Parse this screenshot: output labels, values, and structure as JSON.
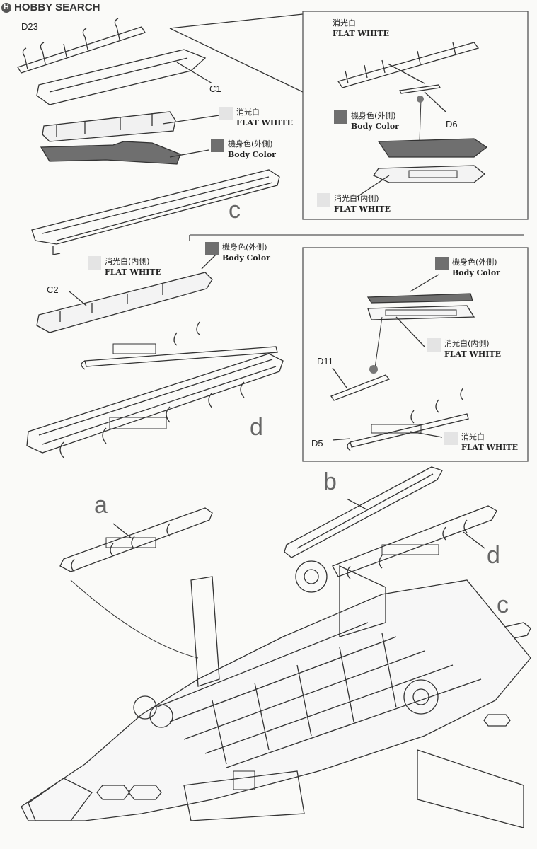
{
  "watermark": {
    "text": "HOBBY SEARCH",
    "logo": "H"
  },
  "parts": {
    "d23": "D23",
    "c1": "C1",
    "d6": "D6",
    "c2": "C2",
    "d11": "D11",
    "d5": "D5"
  },
  "subassemblies": {
    "a": "a",
    "b": "b",
    "c": "c",
    "d": "d",
    "c_bottom": "c",
    "d_bottom": "d"
  },
  "paint": {
    "flat_white_jp": "消光白",
    "flat_white_en": "FLAT WHITE",
    "body_color_jp": "機身色(外側)",
    "body_color_en": "Body Color",
    "flat_white_inner_jp": "消光白(内側)",
    "flat_white_inner_en": "FLAT WHITE",
    "colors": {
      "body": "#6f6f6f",
      "flat_white": "#e4e4e4"
    }
  }
}
